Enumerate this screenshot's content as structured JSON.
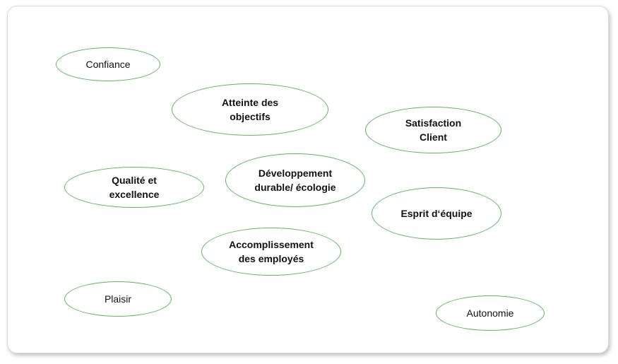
{
  "diagram": {
    "border_color": "#5cb85c",
    "bubbles": [
      {
        "id": "confiance",
        "label": "Confiance",
        "bold": false
      },
      {
        "id": "atteinte",
        "label": "Atteinte des\nobjectifs",
        "bold": true
      },
      {
        "id": "satisfaction",
        "label": "Satisfaction\nClient",
        "bold": true
      },
      {
        "id": "qualite",
        "label": "Qualité et\nexcellence",
        "bold": true
      },
      {
        "id": "developpement",
        "label": "Développement\ndurable/ écologie",
        "bold": true
      },
      {
        "id": "esprit",
        "label": "Esprit d‘équipe",
        "bold": true
      },
      {
        "id": "accomplissement",
        "label": "Accomplissement\ndes employés",
        "bold": true
      },
      {
        "id": "plaisir",
        "label": "Plaisir",
        "bold": false
      },
      {
        "id": "autonomie",
        "label": "Autonomie",
        "bold": false
      }
    ]
  }
}
